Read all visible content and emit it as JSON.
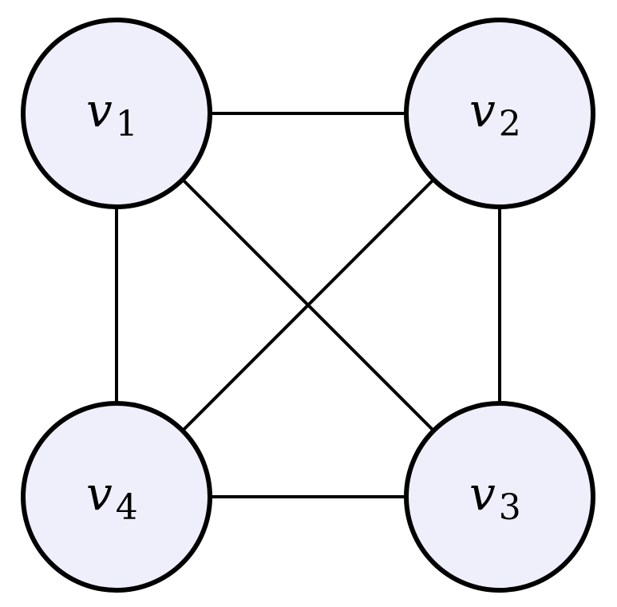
{
  "graph": {
    "nodes": [
      {
        "id": "v1",
        "base": "v",
        "sub": "1"
      },
      {
        "id": "v2",
        "base": "v",
        "sub": "2"
      },
      {
        "id": "v3",
        "base": "v",
        "sub": "3"
      },
      {
        "id": "v4",
        "base": "v",
        "sub": "4"
      }
    ],
    "edges": [
      {
        "from": "v1",
        "to": "v2"
      },
      {
        "from": "v2",
        "to": "v3"
      },
      {
        "from": "v3",
        "to": "v4"
      },
      {
        "from": "v4",
        "to": "v1"
      },
      {
        "from": "v1",
        "to": "v3"
      },
      {
        "from": "v2",
        "to": "v4"
      }
    ],
    "colors": {
      "node_fill": "#efeffb",
      "stroke": "#000000"
    }
  }
}
